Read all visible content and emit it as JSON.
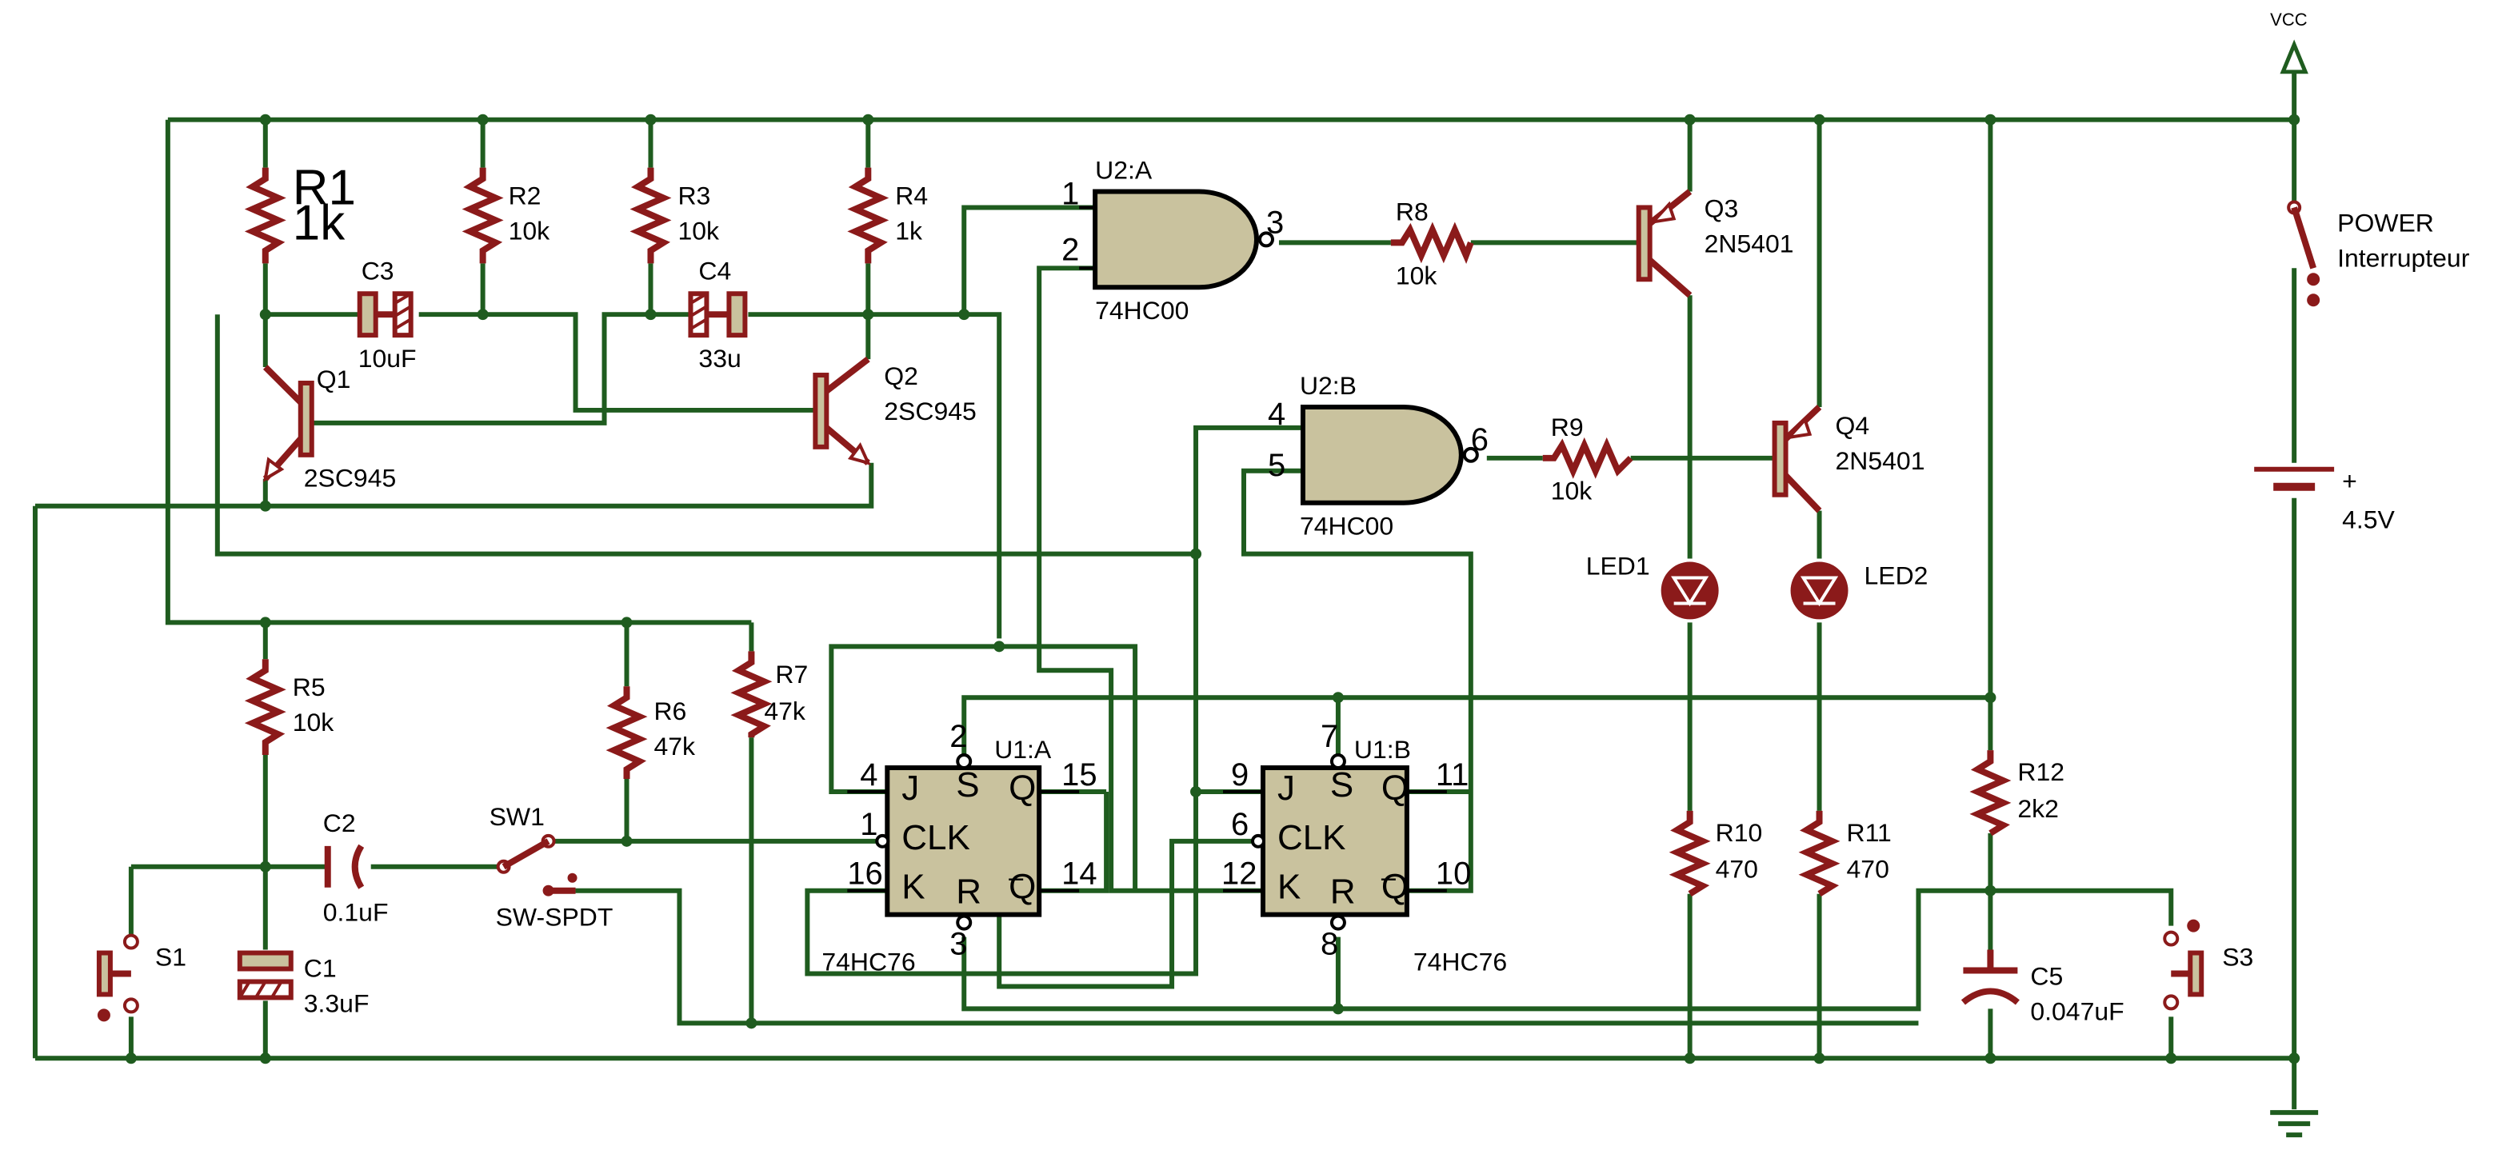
{
  "vcc": "VCC",
  "resistors": {
    "r1": {
      "ref": "R1",
      "val": "1k"
    },
    "r2": {
      "ref": "R2",
      "val": "10k"
    },
    "r3": {
      "ref": "R3",
      "val": "10k"
    },
    "r4": {
      "ref": "R4",
      "val": "1k"
    },
    "r5": {
      "ref": "R5",
      "val": "10k"
    },
    "r6": {
      "ref": "R6",
      "val": "47k"
    },
    "r7": {
      "ref": "R7",
      "val": "47k"
    },
    "r8": {
      "ref": "R8",
      "val": "10k"
    },
    "r9": {
      "ref": "R9",
      "val": "10k"
    },
    "r10": {
      "ref": "R10",
      "val": "470"
    },
    "r11": {
      "ref": "R11",
      "val": "470"
    },
    "r12": {
      "ref": "R12",
      "val": "2k2"
    }
  },
  "capacitors": {
    "c1": {
      "ref": "C1",
      "val": "3.3uF"
    },
    "c2": {
      "ref": "C2",
      "val": "0.1uF"
    },
    "c3": {
      "ref": "C3",
      "val": "10uF"
    },
    "c4": {
      "ref": "C4",
      "val": "33u"
    },
    "c5": {
      "ref": "C5",
      "val": "0.047uF"
    }
  },
  "transistors": {
    "q1": {
      "ref": "Q1",
      "val": "2SC945"
    },
    "q2": {
      "ref": "Q2",
      "val": "2SC945"
    },
    "q3": {
      "ref": "Q3",
      "val": "2N5401"
    },
    "q4": {
      "ref": "Q4",
      "val": "2N5401"
    }
  },
  "gates": {
    "u2a": {
      "ref": "U2:A",
      "part": "74HC00",
      "pin_in1": "1",
      "pin_in2": "2",
      "pin_out": "3"
    },
    "u2b": {
      "ref": "U2:B",
      "part": "74HC00",
      "pin_in1": "4",
      "pin_in2": "5",
      "pin_out": "6"
    }
  },
  "flipflops": {
    "u1a": {
      "ref": "U1:A",
      "part": "74HC76",
      "pin_s": "2",
      "pin_j": "4",
      "pin_clk": "1",
      "pin_k": "16",
      "pin_r": "3",
      "pin_q": "15",
      "pin_qn": "14"
    },
    "u1b": {
      "ref": "U1:B",
      "part": "74HC76",
      "pin_s": "7",
      "pin_j": "9",
      "pin_clk": "6",
      "pin_k": "12",
      "pin_r": "8",
      "pin_q": "11",
      "pin_qn": "10"
    }
  },
  "ff_labels": {
    "j": "J",
    "s": "S",
    "q": "Q",
    "clk": "CLK",
    "k": "K",
    "r": "R",
    "qn": "Q"
  },
  "leds": {
    "led1": "LED1",
    "led2": "LED2"
  },
  "switches": {
    "sw1": {
      "ref": "SW1",
      "val": "SW-SPDT"
    },
    "s1": "S1",
    "s3": "S3",
    "power": {
      "ref": "POWER",
      "val": "Interrupteur"
    }
  },
  "battery": {
    "plus": "+",
    "val": "4.5V"
  }
}
